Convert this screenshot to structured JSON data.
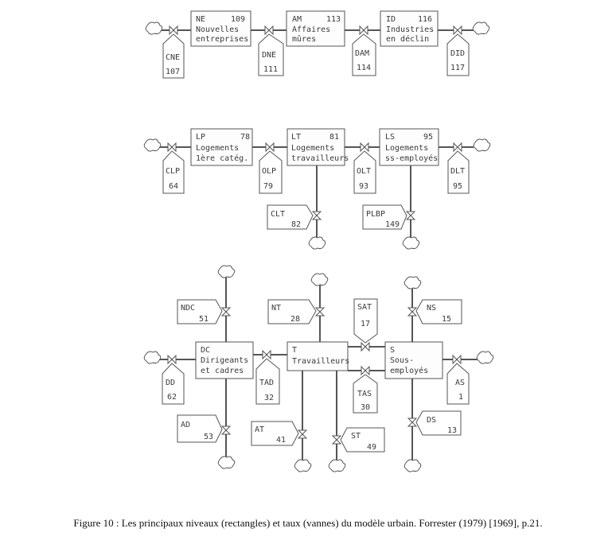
{
  "caption": "Figure 10 : Les principaux niveaux (rectangles) et taux (vannes) du modèle urbain. Forrester (1979) [1969], p.21.",
  "rows": [
    {
      "stocks": [
        {
          "code": "NE",
          "num": "109",
          "line1": "Nouvelles",
          "line2": "entreprises"
        },
        {
          "code": "AM",
          "num": "113",
          "line1": "Affaires",
          "line2": "mûres"
        },
        {
          "code": "ID",
          "num": "116",
          "line1": "Industries",
          "line2": "en déclin"
        }
      ],
      "rates": [
        {
          "code": "CNE",
          "num": "107"
        },
        {
          "code": "DNE",
          "num": "111"
        },
        {
          "code": "DAM",
          "num": "114"
        },
        {
          "code": "DID",
          "num": "117"
        }
      ]
    },
    {
      "stocks": [
        {
          "code": "LP",
          "num": "78",
          "line1": "Logements",
          "line2": "1ère catég."
        },
        {
          "code": "LT",
          "num": "81",
          "line1": "Logements",
          "line2": "travailleurs"
        },
        {
          "code": "LS",
          "num": "95",
          "line1": "Logements",
          "line2": "ss-employés"
        }
      ],
      "rates": [
        {
          "code": "CLP",
          "num": "64"
        },
        {
          "code": "OLP",
          "num": "79"
        },
        {
          "code": "OLT",
          "num": "93"
        },
        {
          "code": "DLT",
          "num": "95"
        },
        {
          "code": "CLT",
          "num": "82"
        },
        {
          "code": "PLBP",
          "num": "149"
        }
      ]
    },
    {
      "stocks": [
        {
          "code": "DC",
          "num": "",
          "line1": "Dirigeants",
          "line2": "et cadres"
        },
        {
          "code": "T",
          "num": "",
          "line1": "Travailleurs",
          "line2": ""
        },
        {
          "code": "S",
          "num": "",
          "line1": "Sous-",
          "line2": "employés"
        }
      ],
      "rates": [
        {
          "code": "NDC",
          "num": "51"
        },
        {
          "code": "NT",
          "num": "28"
        },
        {
          "code": "SAT",
          "num": "17"
        },
        {
          "code": "NS",
          "num": "15"
        },
        {
          "code": "DD",
          "num": "62"
        },
        {
          "code": "TAD",
          "num": "32"
        },
        {
          "code": "TAS",
          "num": "30"
        },
        {
          "code": "AS",
          "num": "1"
        },
        {
          "code": "AD",
          "num": "53"
        },
        {
          "code": "AT",
          "num": "41"
        },
        {
          "code": "ST",
          "num": "49"
        },
        {
          "code": "DS",
          "num": "13"
        }
      ]
    }
  ]
}
